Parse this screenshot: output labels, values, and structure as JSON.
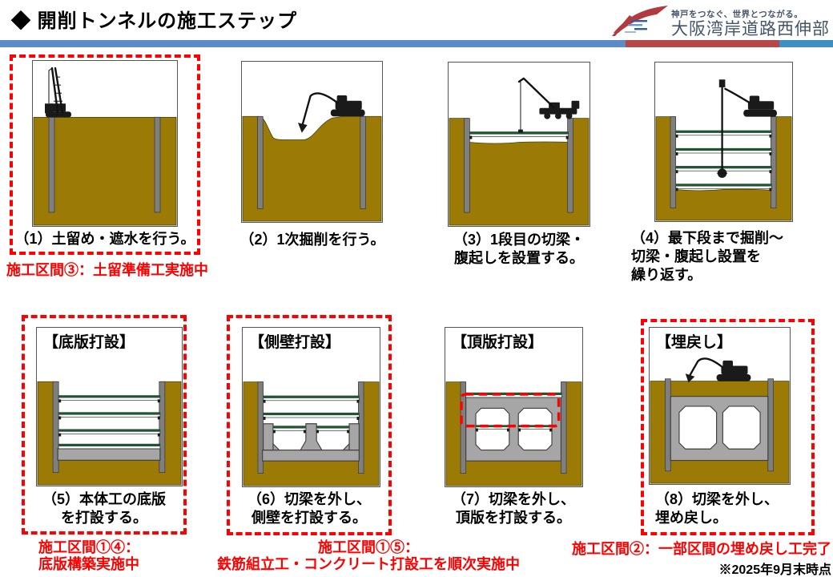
{
  "header": {
    "title": "◆ 開削トンネルの施工ステップ",
    "logo": {
      "tagline": "神戸をつなぐ、世界とつながる。",
      "name": "大阪湾岸道路西伸部"
    }
  },
  "panels": [
    {
      "caption": "（1）土留め・遮水を行う。"
    },
    {
      "caption": "（2）1次掘削を行う。"
    },
    {
      "caption": "（3）1段目の切梁・\n腹起しを設置する。"
    },
    {
      "caption": "（4）最下段まで掘削～\n切梁・腹起し設置を\n繰り返す。"
    },
    {
      "label": "【底版打設】",
      "caption": "（5）本体工の底版\nを打設する。"
    },
    {
      "label": "【側壁打設】",
      "caption": "（6）切梁を外し、\n側壁を打設する。"
    },
    {
      "label": "【頂版打設】",
      "caption": "（7）切梁を外し、\n頂版を打設する。"
    },
    {
      "label": "【埋戻し】",
      "caption": "（8）切梁を外し、\n埋め戻し。"
    }
  ],
  "notes": {
    "step1": "施工区間③：土留準備工実施中",
    "step5": "施工区間①④：\n底版構築実施中",
    "step6": "施工区間①⑤：\n鉄筋組立工・コンクリート打設工を順次実施中",
    "step8": "施工区間②：一部区間の埋め戻し工完了",
    "footnote": "※2025年9月末時点"
  },
  "colors": {
    "divider_blue": "#5B8BC9",
    "divider_red": "#B54747",
    "divider_right_blue": "#3E8EC6",
    "highlight_red": "#FF0000",
    "note_red": "#FF0000",
    "soil_brown": "#9C7A06",
    "pile_gray": "#7F7F7F",
    "strut_green": "#1D5730",
    "concrete_gray": "#A6A6A6",
    "logo_navy": "#44546A"
  }
}
